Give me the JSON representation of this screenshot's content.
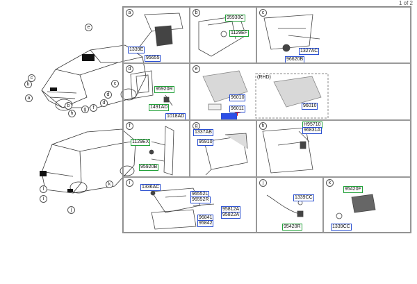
{
  "page": {
    "page_indicator": "1 of 2"
  },
  "callouts_front": [
    "e",
    "c",
    "b",
    "a",
    "b",
    "h",
    "g",
    "f",
    "d",
    "d",
    "c"
  ],
  "callouts_rear": [
    "k",
    "l",
    "i",
    "j"
  ],
  "cells": {
    "a": {
      "letter": "a",
      "labels": [
        "1339E",
        "95655"
      ]
    },
    "b": {
      "letter": "b",
      "labels": [
        "95930C",
        "1129EF"
      ]
    },
    "c": {
      "letter": "c",
      "labels": [
        "1327AC",
        "96620B"
      ]
    },
    "d": {
      "letter": "d",
      "labels": [
        "95920R",
        "1491AD",
        "1018AD"
      ]
    },
    "e": {
      "letter": "e",
      "labels": [
        "96010",
        "96011",
        "96010"
      ],
      "rhd": "(RHD)"
    },
    "f": {
      "letter": "f",
      "labels": [
        "1129EX",
        "95920B"
      ]
    },
    "g": {
      "letter": "g",
      "labels": [
        "1337AB",
        "95910"
      ]
    },
    "h": {
      "letter": "h",
      "labels": [
        "H95710",
        "96831A"
      ]
    },
    "i": {
      "letter": "i",
      "labels": [
        "1336AC",
        "96552L",
        "96552R",
        "95812A",
        "95822A",
        "96841",
        "95842"
      ]
    },
    "j": {
      "letter": "j",
      "labels": [
        "1339CC",
        "95420R"
      ]
    },
    "k": {
      "letter": "k",
      "labels": [
        "95420F",
        "1339CC"
      ]
    }
  },
  "colors": {
    "blue_box": "#2a4fd0",
    "green_box": "#23a23a",
    "arrow": "#e01010",
    "highlight": "#2d4ee8"
  }
}
